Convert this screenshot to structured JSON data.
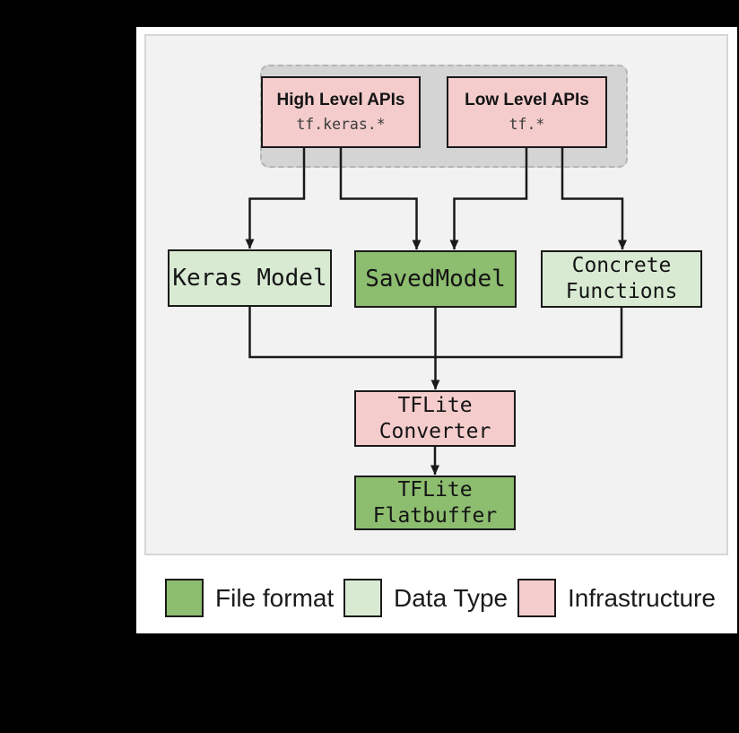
{
  "palette": {
    "file_format_green": "#8dbd6f",
    "data_type_green": "#d9ead3",
    "infrastructure_pink": "#f4cccc",
    "container_gray": "#d4d4d4",
    "panel_gray": "#f1f2f1",
    "line_black": "#1a1a1a"
  },
  "api_group": {
    "high_level": {
      "title": "High Level APIs",
      "code": "tf.keras.*"
    },
    "low_level": {
      "title": "Low Level APIs",
      "code": "tf.*"
    }
  },
  "nodes": {
    "keras_model": {
      "label": "Keras Model",
      "category": "Data Type"
    },
    "saved_model": {
      "label": "SavedModel",
      "category": "File format"
    },
    "concrete_functions": {
      "line1": "Concrete",
      "line2": "Functions",
      "category": "Data Type"
    },
    "tflite_converter": {
      "line1": "TFLite",
      "line2": "Converter",
      "category": "Infrastructure"
    },
    "tflite_flatbuffer": {
      "line1": "TFLite",
      "line2": "Flatbuffer",
      "category": "File format"
    }
  },
  "legend": {
    "file_format": {
      "label": "File format",
      "color": "#8dbd6f"
    },
    "data_type": {
      "label": "Data Type",
      "color": "#d9ead3"
    },
    "infrastructure": {
      "label": "Infrastructure",
      "color": "#f4cccc"
    }
  }
}
